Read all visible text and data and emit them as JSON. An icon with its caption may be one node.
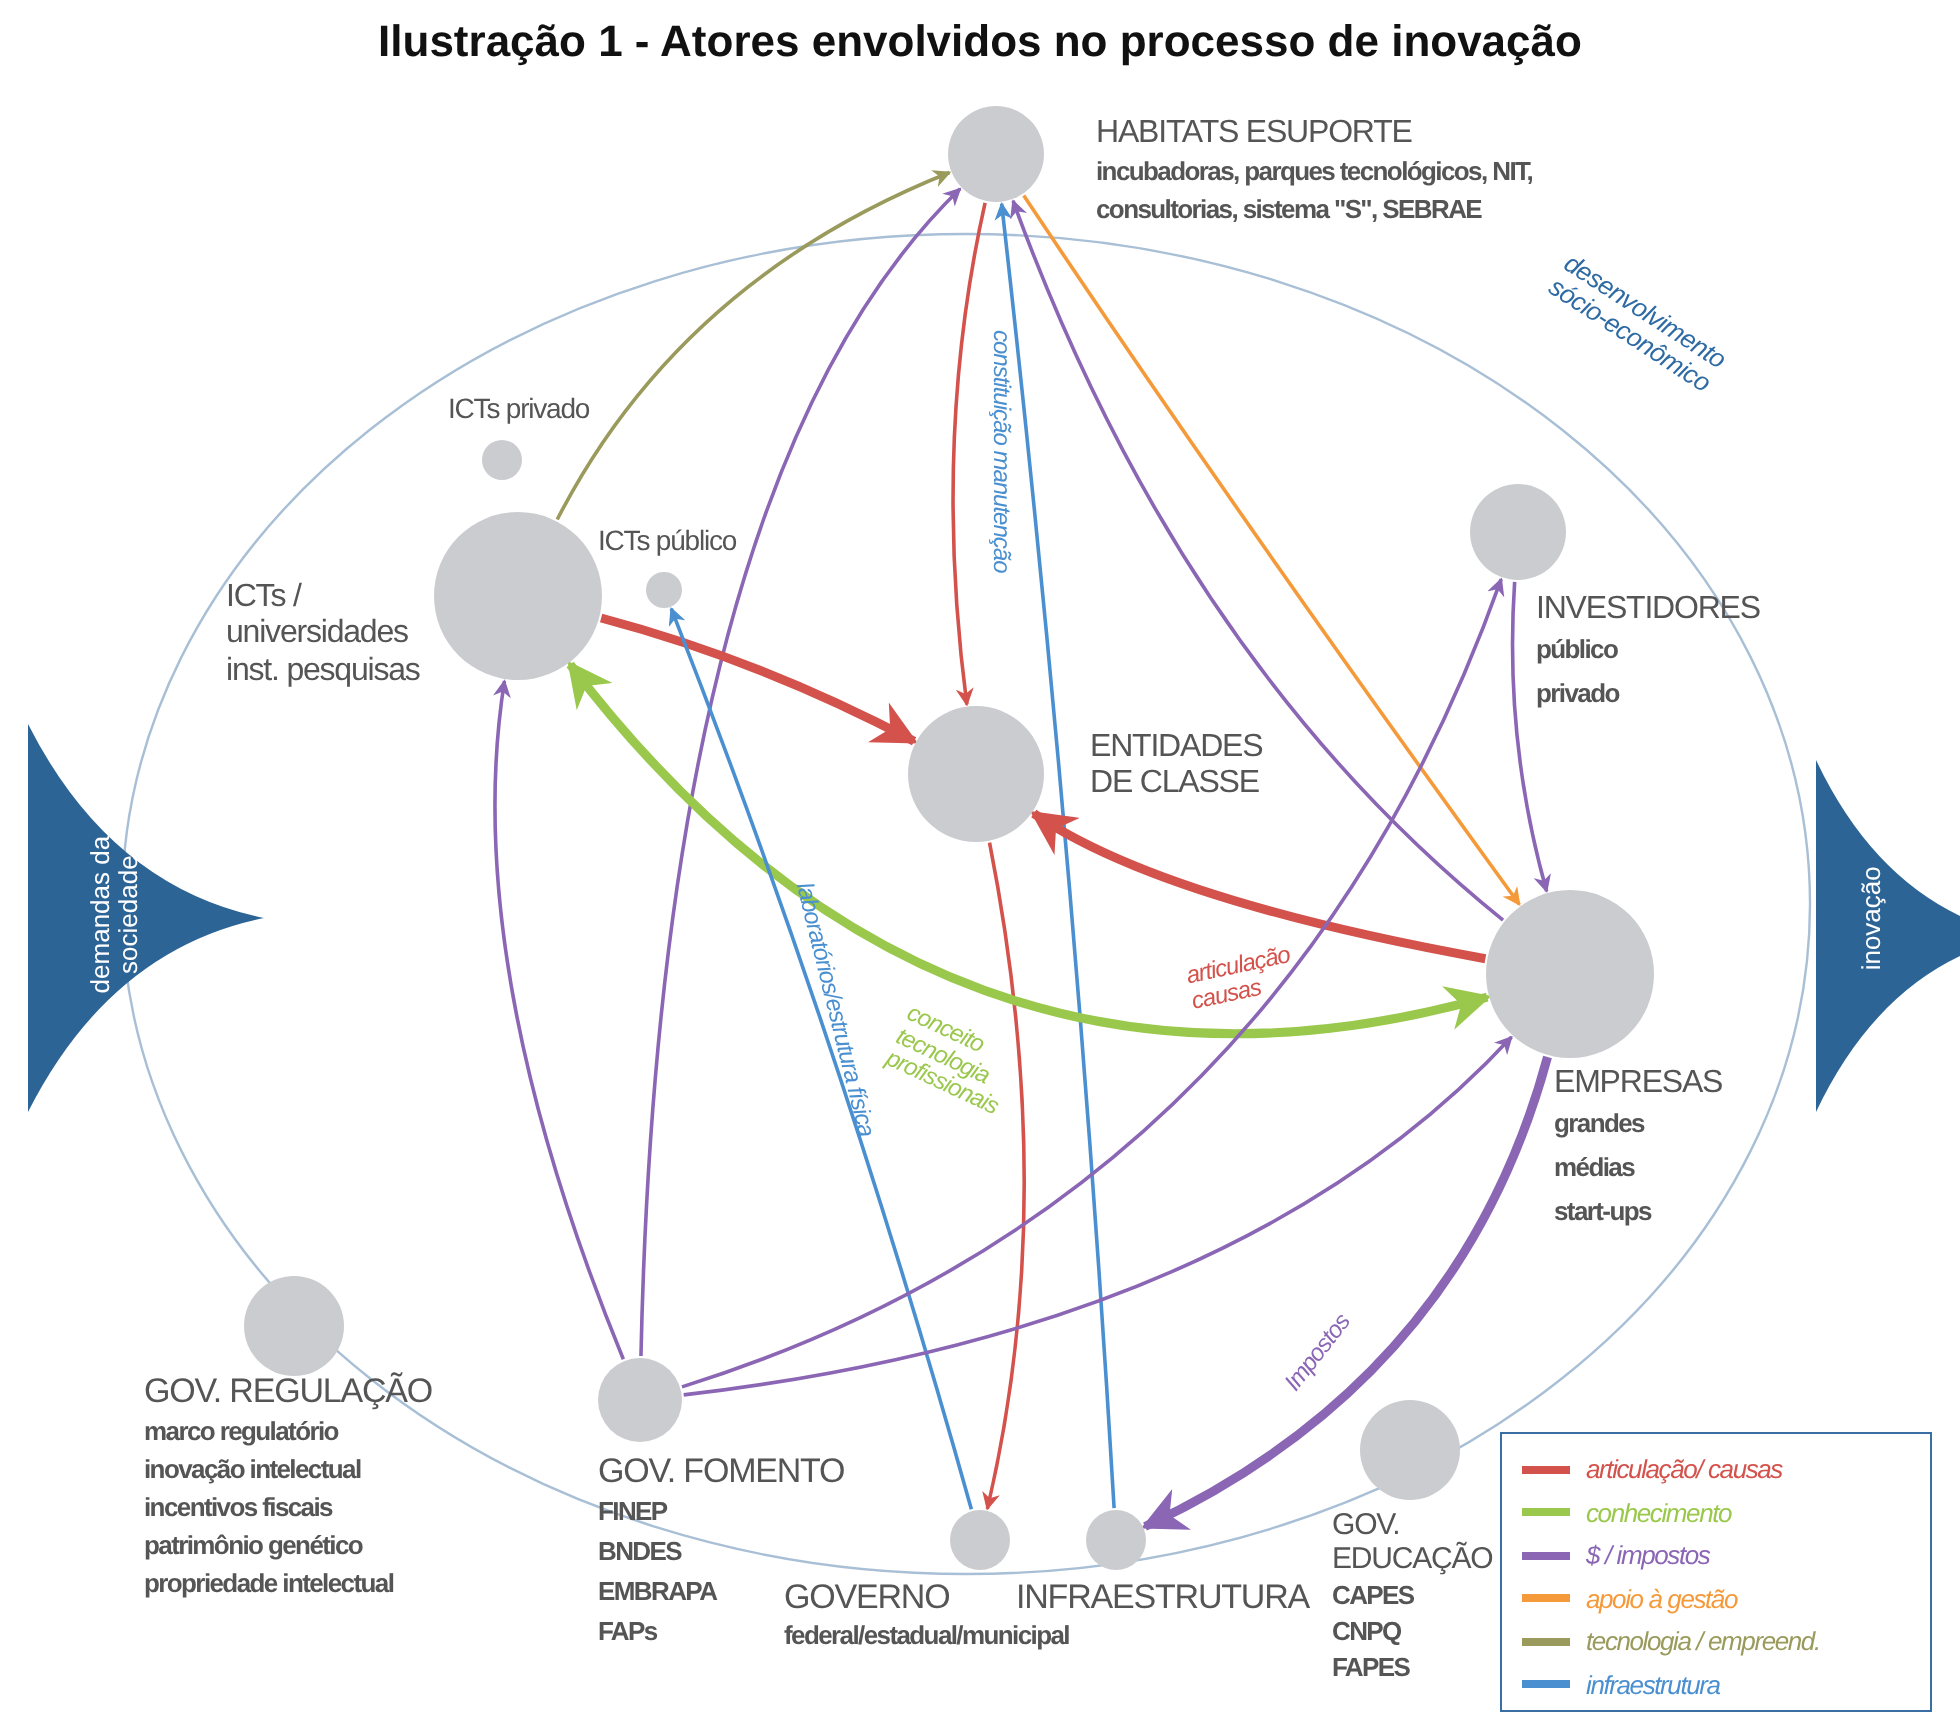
{
  "diagram": {
    "title": "Ilustração 1 - Atores envolvidos no processo de inovação",
    "nodes": [
      {
        "text": [
          "HABITATS ESUPORTE",
          "incubadoras, parques tecnológicos, NIT, consultorias, sistema \"S\", SEBRAE"
        ]
      },
      {
        "text": [
          "ICTs privado"
        ]
      },
      {
        "text": [
          "ICTs / universidades inst. pesquisas"
        ]
      },
      {
        "text": [
          "ICTs público"
        ]
      },
      {
        "text": [
          "ENTIDADES DE CLASSE"
        ]
      },
      {
        "text": [
          "INVESTIDORES",
          "público",
          "privado"
        ]
      },
      {
        "text": [
          "EMPRESAS",
          "grandes",
          "médias",
          "start-ups"
        ]
      },
      {
        "text": [
          "GOV. REGULAÇÃO",
          "marco regulatório",
          "inovação intelectual",
          "incentivos fiscais",
          "patrimônio genético",
          "propriedade intelectual"
        ]
      },
      {
        "text": [
          "GOV. FOMENTO",
          "FINEP",
          "BNDES",
          "EMBRAPA",
          "FAPs"
        ]
      },
      {
        "text": [
          "GOVERNO",
          "federal/estadual/municipal"
        ]
      },
      {
        "text": [
          "INFRAESTRUTURA"
        ]
      },
      {
        "text": [
          "GOV. EDUCAÇÃO",
          "CAPES",
          "CNPQ",
          "FAPES"
        ]
      },
      {
        "text": [
          "demandas da sociedade"
        ]
      },
      {
        "text": [
          "inovação"
        ]
      }
    ],
    "edges": [
      {
        "from": 2,
        "to": 0,
        "arrow": "to",
        "color": "#9a9a5c"
      },
      {
        "from": 8,
        "to": 0,
        "arrow": "to"
      },
      {
        "from": 0,
        "to": 4,
        "arrow": "to",
        "color": "#d4524c"
      },
      {
        "from": 10,
        "to": 0,
        "arrow": "to",
        "label": "constituição manutenção",
        "color": "#4a8fd0"
      },
      {
        "from": 6,
        "to": 0,
        "arrow": "to"
      },
      {
        "from": 0,
        "to": 6,
        "arrow": "to",
        "color": "#f59a3a"
      },
      {
        "from": 2,
        "to": 4,
        "arrow": "to",
        "style": "thick",
        "color": "#d4524c"
      },
      {
        "from": 6,
        "to": 4,
        "arrow": "to",
        "label": "articulação causas",
        "style": "thick",
        "color": "#d4524c"
      },
      {
        "from": 4,
        "to": 9,
        "arrow": "to",
        "color": "#d4524c"
      },
      {
        "from": 2,
        "to": 6,
        "arrow": "both",
        "label": "conceito tecnologia profissionais",
        "style": "thick",
        "color": "#9ac84c"
      },
      {
        "from": 9,
        "to": 3,
        "arrow": "to",
        "label": "laboratórios/estrutura física",
        "color": "#4a8fd0"
      },
      {
        "from": 8,
        "to": 2,
        "arrow": "to"
      },
      {
        "from": 8,
        "to": 5,
        "arrow": "to"
      },
      {
        "from": 8,
        "to": 6,
        "arrow": "to"
      },
      {
        "from": 5,
        "to": 6,
        "arrow": "to"
      },
      {
        "from": 6,
        "to": 10,
        "arrow": "to",
        "label": "Impostos",
        "style": "thick"
      }
    ],
    "labels": [
      "desenvolvimento sócio-econômico"
    ],
    "legend": [
      {
        "text": "articulação/ causas",
        "color": "#d4524c"
      },
      {
        "text": "conhecimento",
        "color": "#9ac84c"
      },
      {
        "text": "$ / impostos",
        "color": "#8a66b5"
      },
      {
        "text": "apoio à gestão",
        "color": "#f59a3a"
      },
      {
        "text": "tecnologia / empreend.",
        "color": "#9a9a5c"
      },
      {
        "text": "infraestrutura",
        "color": "#4a8fd0"
      }
    ]
  }
}
